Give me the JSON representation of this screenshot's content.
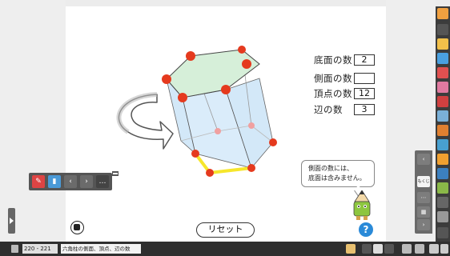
{
  "answers": [
    {
      "label": "底面の数",
      "value": "2"
    },
    {
      "label": "側面の数",
      "value": ""
    },
    {
      "label": "頂点の数",
      "value": "12"
    },
    {
      "label": "辺の数",
      "value": "3"
    }
  ],
  "speech": {
    "line1": "側面の数には、",
    "line2": "底面は含みません。"
  },
  "reset_label": "リセット",
  "help_label": "?",
  "bottom": {
    "page_range": "220 - 221",
    "lesson_title": "六角柱の側面、頂点、辺の数"
  },
  "side_nav": {
    "mokuji": "もくじ"
  },
  "colors": {
    "vertex": "#e53a1e",
    "top_face": "#d6efd9",
    "side_face": "#cfe6f8",
    "highlight_edge": "#f6e62c",
    "arrow": "#9a9a9a",
    "help": "#2a8ad8"
  }
}
